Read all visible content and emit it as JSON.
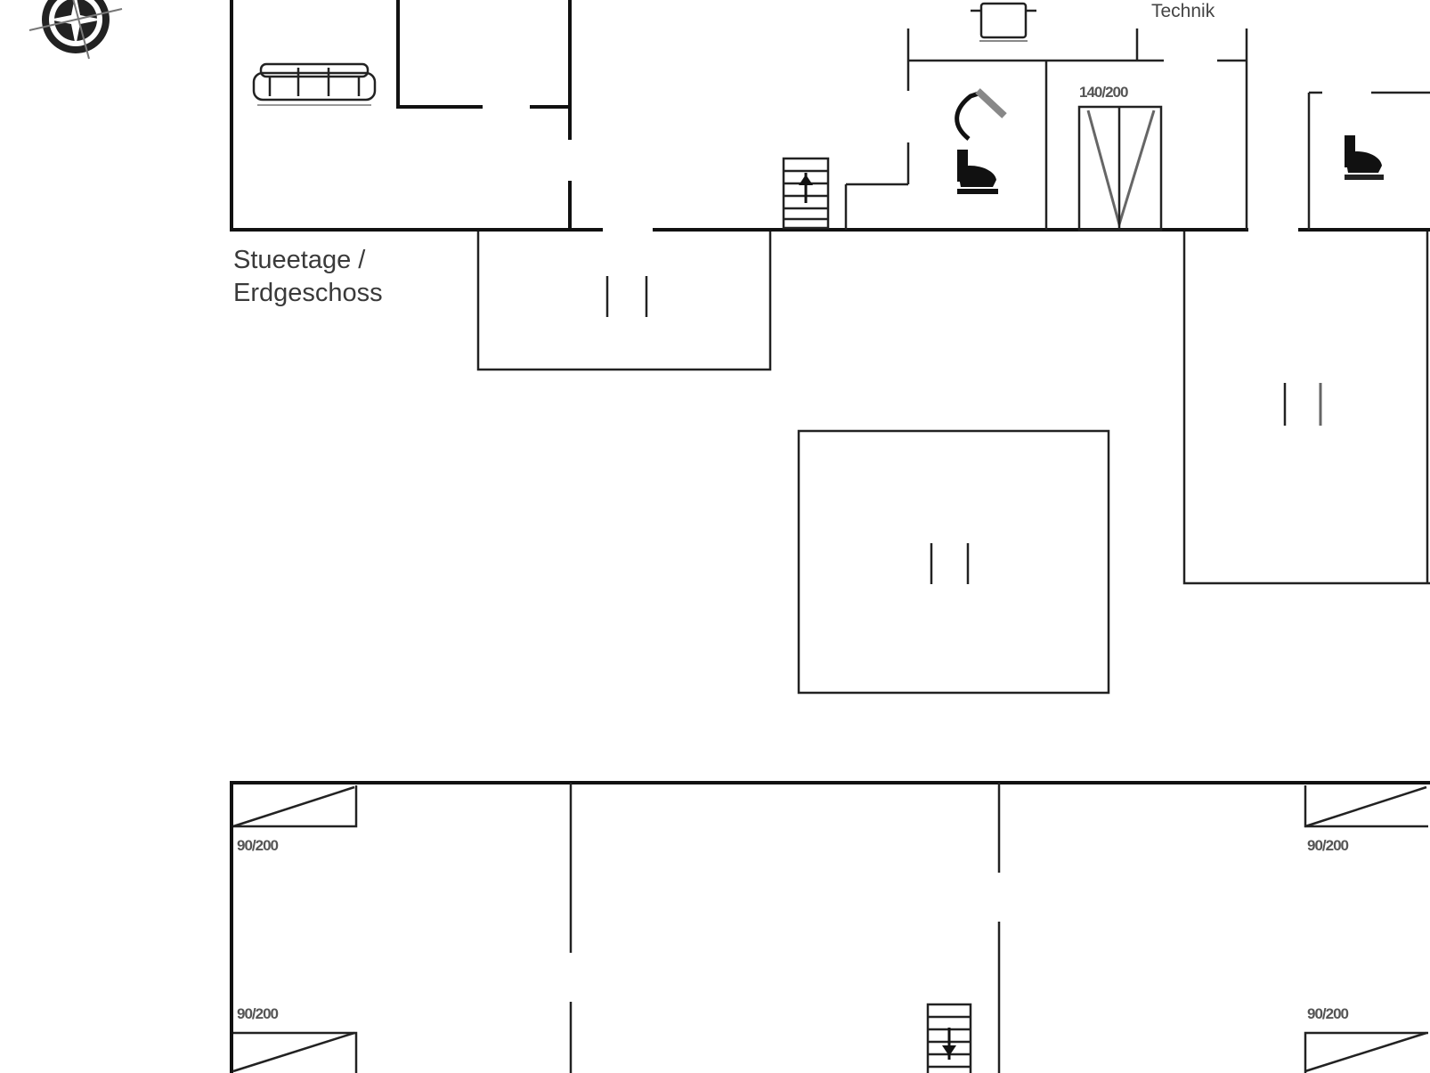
{
  "labels": {
    "floor_line1": "Stueetage /",
    "floor_line2": "Erdgeschoss",
    "technik": "Technik",
    "bed_double": "140/200",
    "bed_lower_left_top": "90/200",
    "bed_lower_left_bottom": "90/200",
    "bed_lower_right_top": "90/200",
    "bed_lower_right_bottom": "90/200"
  },
  "icons": [
    "compass-rose-icon",
    "sofa-icon",
    "stove-icon",
    "shower-icon",
    "toilet-icon",
    "stairs-icon"
  ],
  "colors": {
    "wall": "#111111",
    "background": "#ffffff"
  }
}
